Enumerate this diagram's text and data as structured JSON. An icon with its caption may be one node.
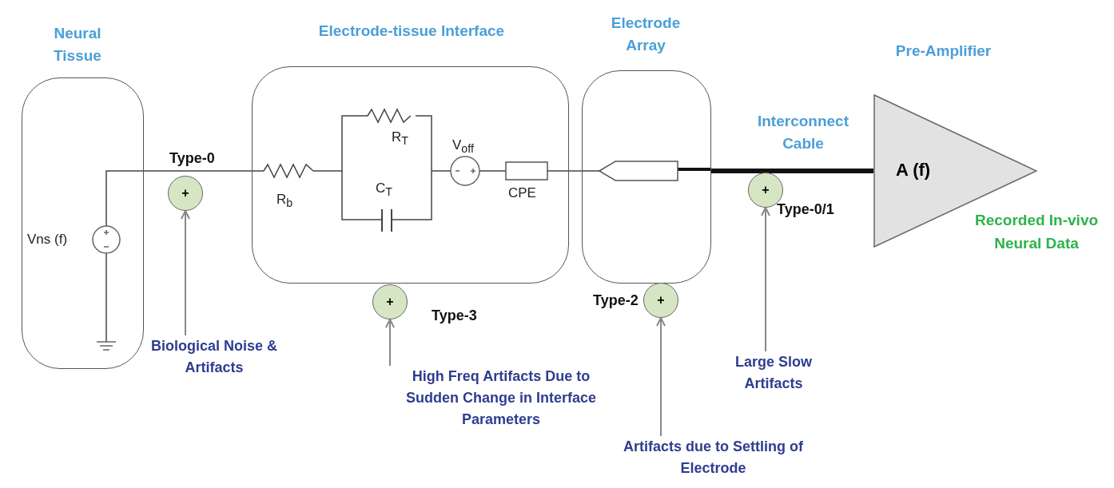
{
  "diagram": {
    "nodes": [
      {
        "text": [
          "Neural Tissue"
        ]
      },
      {
        "text": [
          "Electrode-tissue Interface"
        ]
      },
      {
        "text": [
          "Electrode Array"
        ]
      },
      {
        "text": [
          "Pre-Amplifier",
          "A (f)"
        ]
      },
      {
        "text": [
          "+"
        ],
        "beside": [
          "Type-0"
        ]
      },
      {
        "text": [
          "+"
        ],
        "beside": [
          "Type-3"
        ]
      },
      {
        "text": [
          "+"
        ],
        "beside": [
          "Type-2"
        ]
      },
      {
        "text": [
          "+"
        ],
        "beside": [
          "Type-0/1"
        ]
      },
      {
        "text": [
          "Biological Noise & Artifacts"
        ]
      },
      {
        "text": [
          "High Freq Artifacts Due to Sudden Change in Interface Parameters"
        ]
      },
      {
        "text": [
          "Artifacts due to Settling of Electrode"
        ]
      },
      {
        "text": [
          "Large Slow Artifacts"
        ]
      }
    ],
    "edges": [
      {
        "from": 0,
        "to": 1,
        "arrow": "none"
      },
      {
        "from": 1,
        "to": 2,
        "arrow": "none"
      },
      {
        "from": 2,
        "to": 3,
        "arrow": "none",
        "style": "thick",
        "color": "#111111"
      },
      {
        "from": 8,
        "to": 4,
        "arrow": "to"
      },
      {
        "from": 9,
        "to": 5,
        "arrow": "to"
      },
      {
        "from": 10,
        "to": 6,
        "arrow": "to"
      },
      {
        "from": 11,
        "to": 7,
        "arrow": "to"
      }
    ],
    "labels": [
      "R$_{T}$",
      "V$_{off}$",
      "Interconnect Cable",
      "C$_{T}$",
      "R$_{b}$",
      "CPE",
      "Recorded In-vivo Neural Data",
      "Vns (f)"
    ]
  }
}
